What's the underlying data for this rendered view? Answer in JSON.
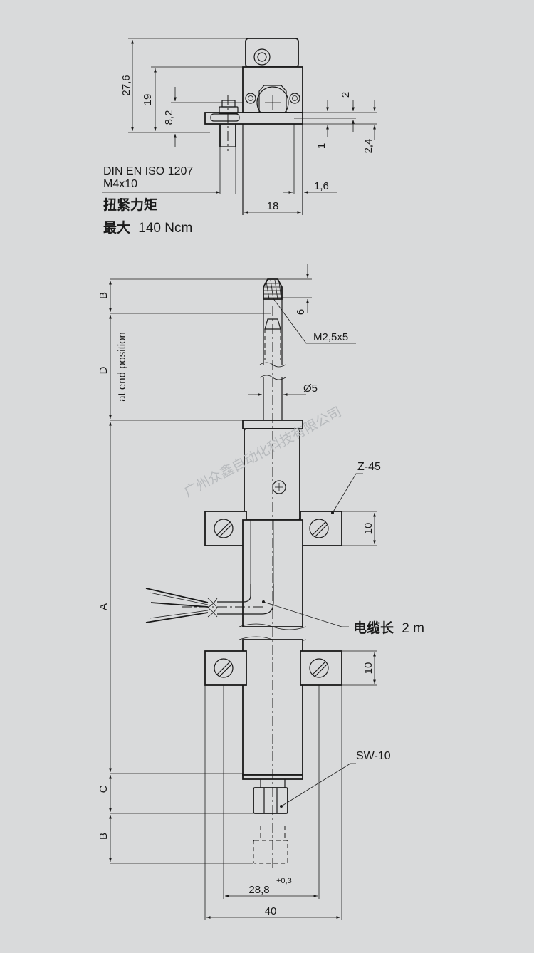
{
  "top_view": {
    "dims": {
      "h27_6": "27,6",
      "h19": "19",
      "h8_2": "8,2",
      "v2": "2",
      "v1": "1",
      "v2_4": "2,4",
      "w1_6": "1,6",
      "w18": "18"
    },
    "screw_spec_line1": "DIN EN ISO 1207",
    "screw_spec_line2": "M4x10",
    "torque_line1": "扭紧力矩",
    "torque_line2_prefix": "最大",
    "torque_line2_value": "140 Ncm"
  },
  "side_view": {
    "dims": {
      "b_top": "B",
      "d": "D",
      "d_note": "at end position",
      "a": "A",
      "c": "C",
      "b_bottom": "B",
      "six": "6",
      "thread": "M2,5x5",
      "dia": "Ø5",
      "ten_top": "10",
      "ten_bottom": "10",
      "w28_8": "28,8",
      "tol": "+0,3",
      "w40": "40"
    },
    "clamp_label": "Z-45",
    "cable_label_prefix": "电缆长",
    "cable_label_value": "2 m",
    "swivel_label": "SW-10"
  },
  "watermark": "广州众鑫自动化科技有限公司"
}
